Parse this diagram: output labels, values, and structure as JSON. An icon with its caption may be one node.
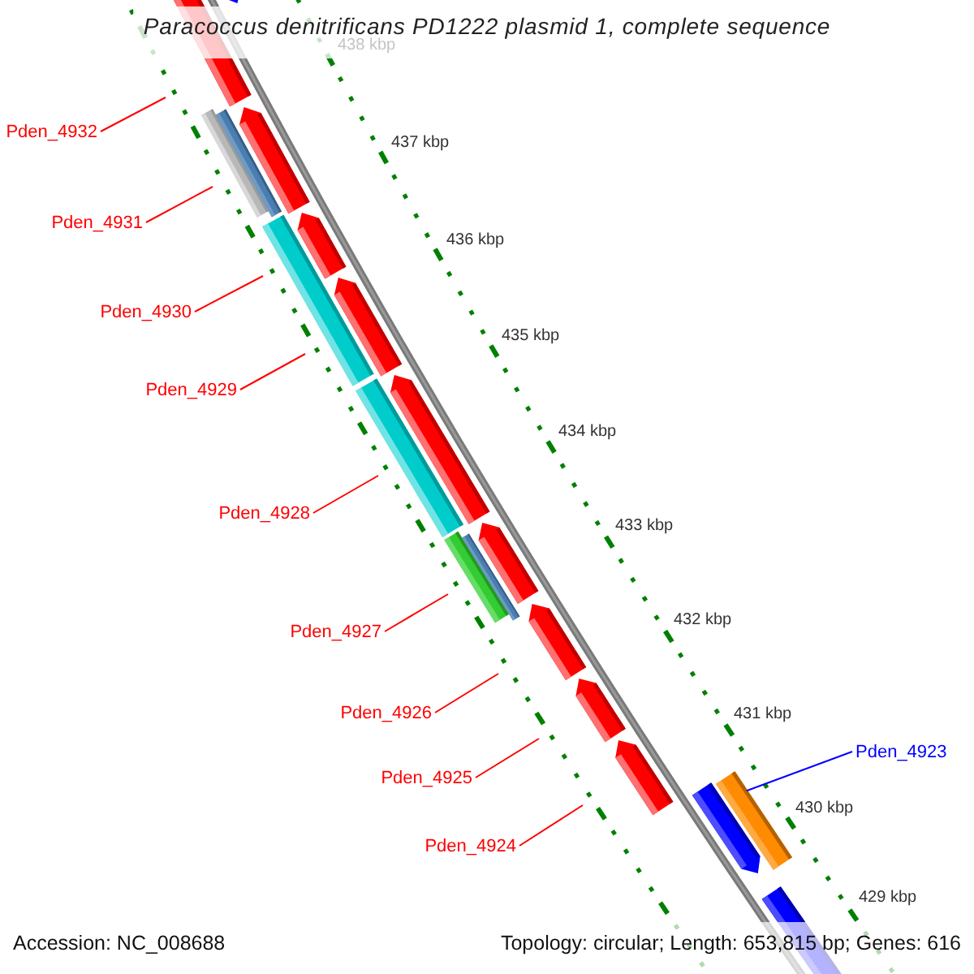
{
  "diagram": {
    "title": "Paracoccus denitrificans PD1222 plasmid 1, complete sequence",
    "nodes": [
      {
        "text": [
          "Pden_4932"
        ]
      },
      {
        "text": [
          "Pden_4931"
        ]
      },
      {
        "text": [
          "Pden_4930"
        ]
      },
      {
        "text": [
          "Pden_4929"
        ]
      },
      {
        "text": [
          "Pden_4928"
        ]
      },
      {
        "text": [
          "Pden_4927"
        ]
      },
      {
        "text": [
          "Pden_4926"
        ]
      },
      {
        "text": [
          "Pden_4925"
        ]
      },
      {
        "text": [
          "Pden_4924"
        ]
      },
      {
        "text": [
          "Pden_4923"
        ]
      },
      {
        "text": [],
        "shape": "bar"
      }
    ],
    "edges": [
      {
        "from": 0,
        "to": null,
        "arrow": "none"
      },
      {
        "from": 1,
        "to": null,
        "arrow": "none"
      },
      {
        "from": 2,
        "to": null,
        "arrow": "none"
      },
      {
        "from": 3,
        "to": null,
        "arrow": "none"
      },
      {
        "from": 4,
        "to": null,
        "arrow": "none"
      },
      {
        "from": 5,
        "to": null,
        "arrow": "none"
      },
      {
        "from": 6,
        "to": null,
        "arrow": "none"
      },
      {
        "from": 7,
        "to": null,
        "arrow": "none"
      },
      {
        "from": 8,
        "to": null,
        "arrow": "none"
      },
      {
        "from": 9,
        "to": 10,
        "arrow": "none",
        "color": "#0000ff"
      }
    ],
    "labels": [
      "438 kbp",
      "437 kbp",
      "436 kbp",
      "435 kbp",
      "434 kbp",
      "433 kbp",
      "432 kbp",
      "431 kbp",
      "430 kbp",
      "429 kbp",
      "Accession: NC_008688",
      "Topology: circular; Length: 653,815 bp; Genes: 616"
    ]
  }
}
